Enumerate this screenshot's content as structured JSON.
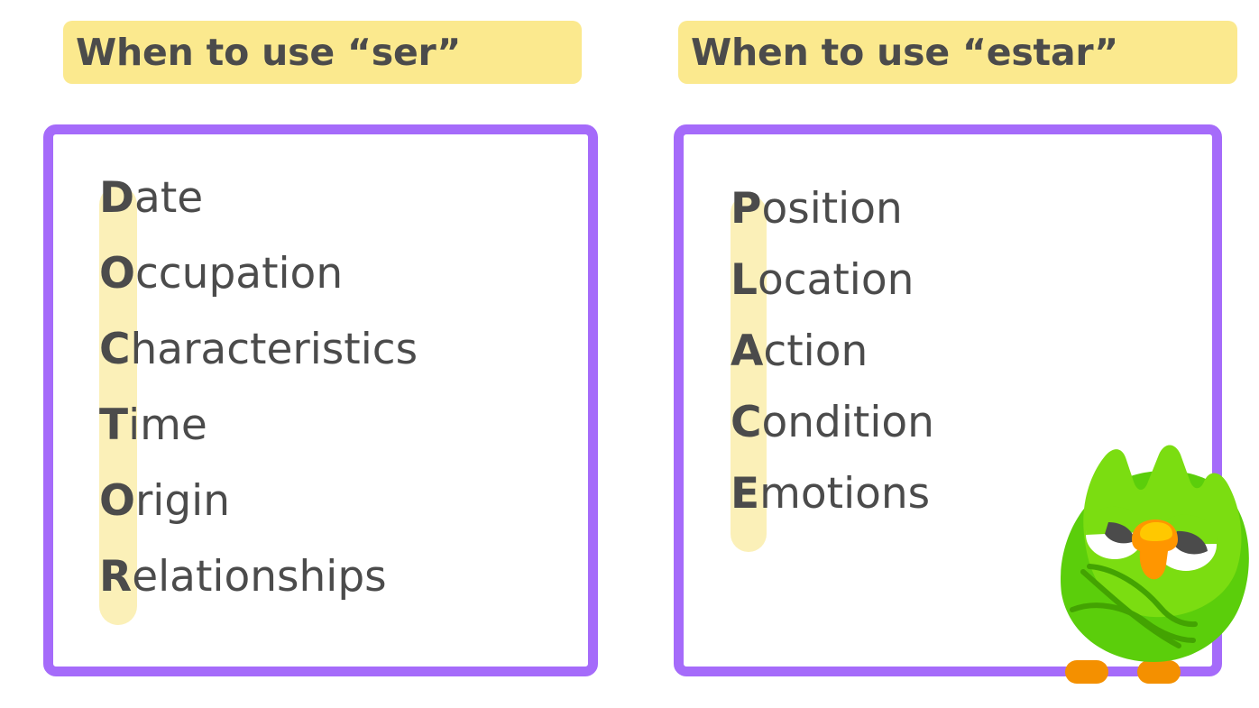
{
  "panels": [
    {
      "title": "When to use “ser”",
      "acronym": "DOCTOR",
      "items": [
        {
          "initial": "D",
          "rest": "ate",
          "full": "Date"
        },
        {
          "initial": "O",
          "rest": "ccupation",
          "full": "Occupation"
        },
        {
          "initial": "C",
          "rest": "haracteristics",
          "full": "Characteristics"
        },
        {
          "initial": "T",
          "rest": "ime",
          "full": "Time"
        },
        {
          "initial": "O",
          "rest": "rigin",
          "full": "Origin"
        },
        {
          "initial": "R",
          "rest": "elationships",
          "full": "Relationships"
        }
      ]
    },
    {
      "title": "When to use “estar”",
      "acronym": "PLACE",
      "items": [
        {
          "initial": "P",
          "rest": "osition",
          "full": "Position"
        },
        {
          "initial": "L",
          "rest": "ocation",
          "full": "Location"
        },
        {
          "initial": "A",
          "rest": "ction",
          "full": "Action"
        },
        {
          "initial": "C",
          "rest": "ondition",
          "full": "Condition"
        },
        {
          "initial": "E",
          "rest": "motions",
          "full": "Emotions"
        }
      ]
    }
  ],
  "mascot": {
    "name": "duo-owl",
    "expression": "skeptical-half-lidded"
  },
  "colors": {
    "title_highlight": "#FBE98E",
    "letter_highlight": "#FBF0B8",
    "panel_border": "#A56BFA",
    "text": "#4B4B4B",
    "background": "#FFFFFF",
    "owl_body_green": "#58CC02",
    "owl_head_light_green": "#89E219",
    "owl_dark_green_line": "#43A302",
    "owl_beak_orange": "#FF9600",
    "owl_beak_yellow": "#FFC800",
    "owl_feet_orange": "#F49000",
    "owl_eye_white": "#FFFFFF",
    "owl_pupil": "#4B4B4B"
  }
}
